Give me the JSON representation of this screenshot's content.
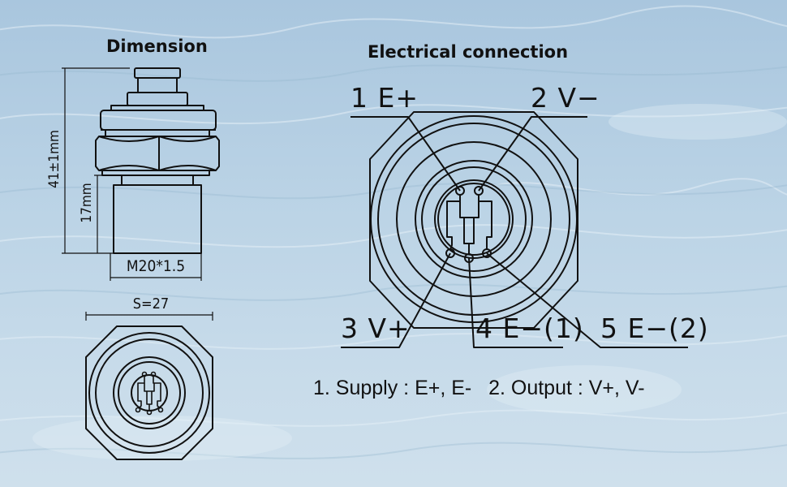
{
  "headings": {
    "dimension": "Dimension",
    "electrical": "Electrical connection"
  },
  "dimension": {
    "total_length": "41±1mm",
    "thread_length": "17mm",
    "thread": "M20*1.5",
    "hex_size": "S=27"
  },
  "pins": [
    {
      "label": "1 E+"
    },
    {
      "label": "2 V−"
    },
    {
      "label": "3 V+"
    },
    {
      "label": "4 E−(1)"
    },
    {
      "label": "5 E−(2)"
    }
  ],
  "note": "1. Supply : E+, E-   2. Output : V+, V-",
  "colors": {
    "line": "#111111",
    "water_light": "#d8e6f1",
    "water_dark": "#9fbfd8"
  }
}
